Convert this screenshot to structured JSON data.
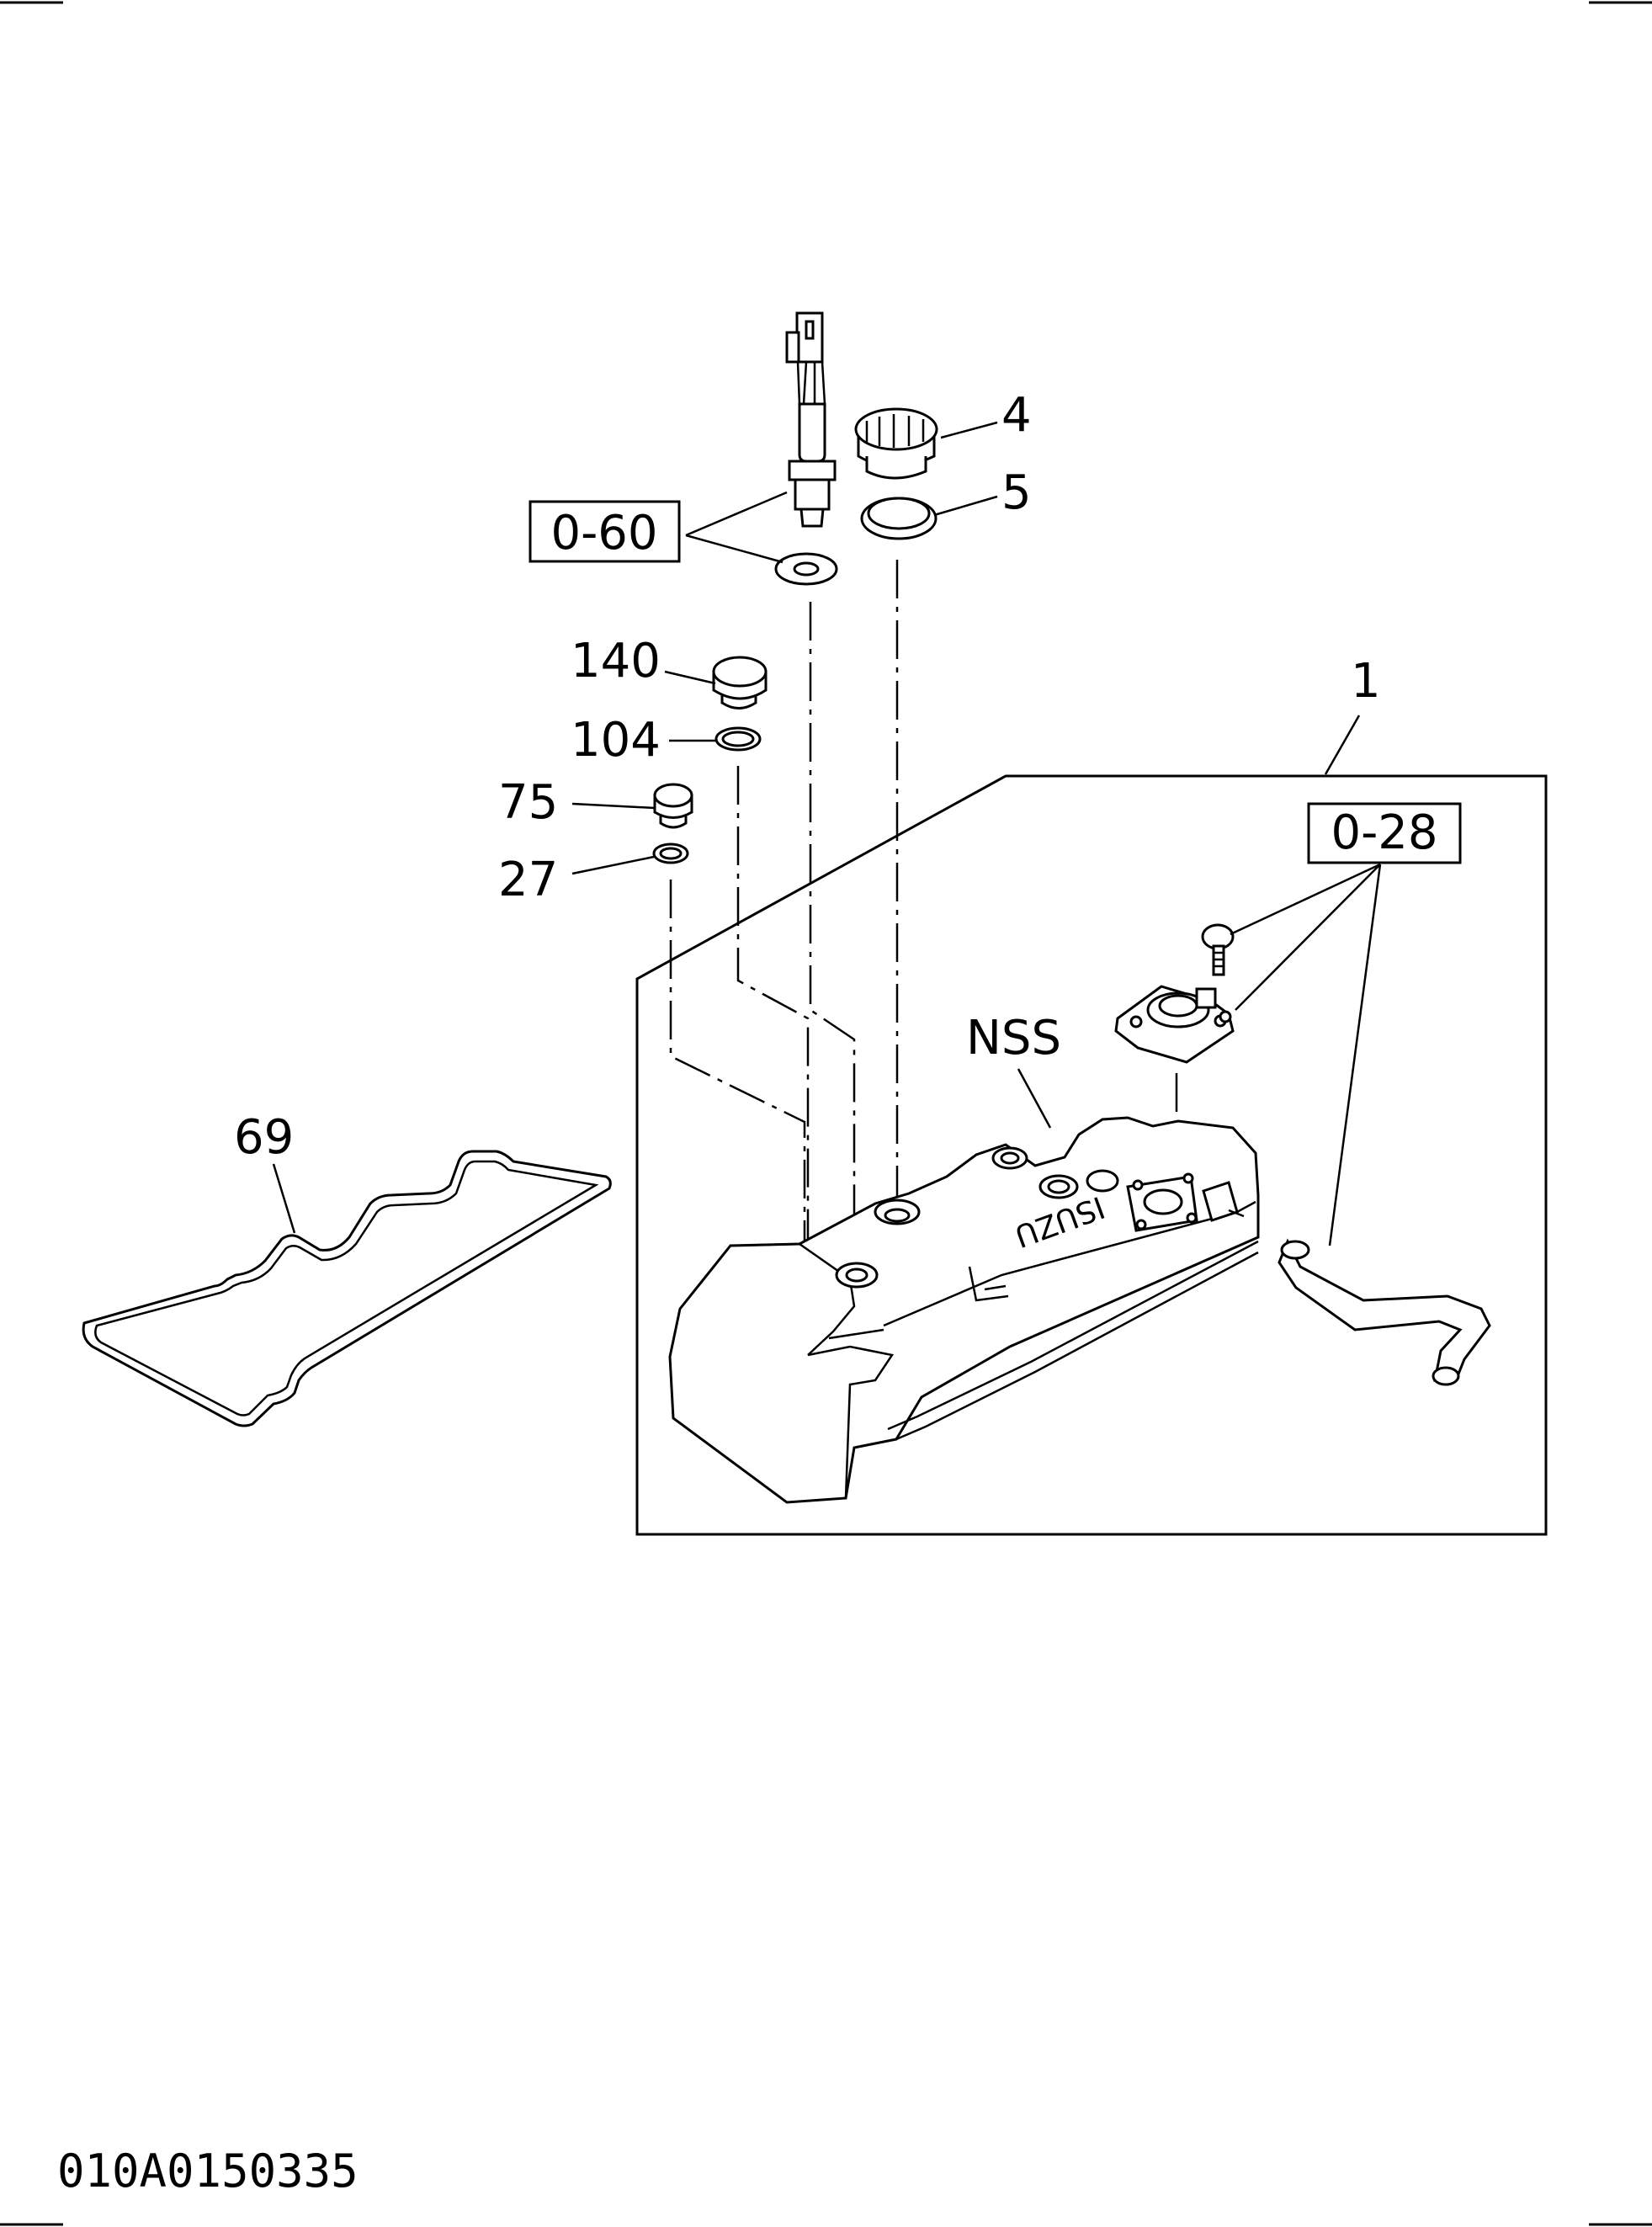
{
  "callouts": {
    "c4": "4",
    "c5": "5",
    "c0_60": "0-60",
    "c140": "140",
    "c104": "104",
    "c75": "75",
    "c27": "27",
    "c1": "1",
    "c0_28": "0-28",
    "cNSS": "NSS",
    "c69": "69"
  },
  "cover_logo": "ISUZU",
  "drawing_number": "010A0150335"
}
